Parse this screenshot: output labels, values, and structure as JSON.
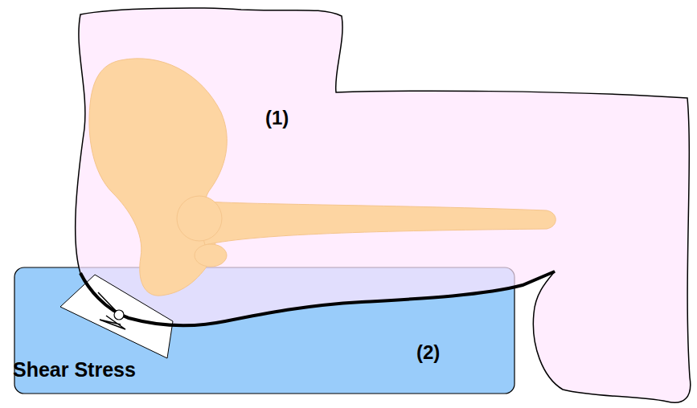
{
  "diagram": {
    "nodes": [
      {
        "text": [
          "(1)"
        ]
      },
      {
        "text": [
          "(2)"
        ]
      }
    ],
    "labels": [
      "Shear Stress"
    ]
  }
}
